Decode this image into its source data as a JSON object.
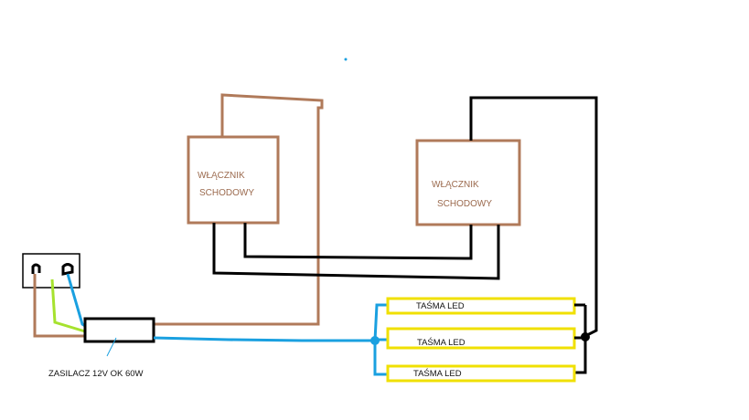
{
  "switch_left": {
    "line1": "WŁĄCZNIK",
    "line2": "SCHODOWY"
  },
  "switch_right": {
    "line1": "WŁĄCZNIK",
    "line2": "SCHODOWY"
  },
  "led_strips": [
    {
      "label": "TAŚMA LED"
    },
    {
      "label": "TAŚMA LED"
    },
    {
      "label": "TAŚMA LED"
    }
  ],
  "power_supply": {
    "label": "ZASILACZ 12V OK 60W"
  },
  "colors": {
    "brown_wire": "#b07a5a",
    "black_wire": "#000000",
    "blue_wire": "#1aa0e0",
    "green_wire": "#a6e22e",
    "led_strip": "#f0e000"
  }
}
